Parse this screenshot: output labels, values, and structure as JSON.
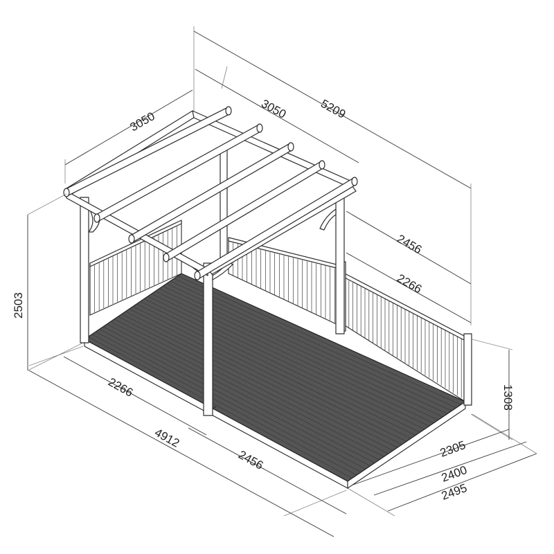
{
  "dimensions": {
    "overall_top": "5209",
    "roof_left": "3050",
    "roof_right": "3050",
    "rail_outer": "2456",
    "rail_inner": "2266",
    "height_total": "2503",
    "height_rail": "1308",
    "front_left": "2266",
    "front_right": "2456",
    "front_total": "4912",
    "depth_a": "2305",
    "depth_b": "2400",
    "depth_c": "2495"
  },
  "colors": {
    "deck": "#555555",
    "deck_lines": "#3d3d3d",
    "line": "#2b2b2b"
  }
}
